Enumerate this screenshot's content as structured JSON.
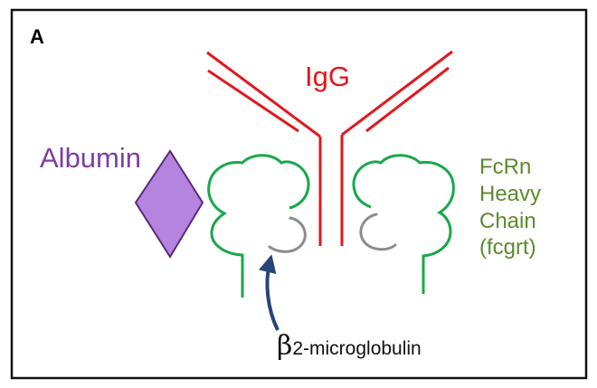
{
  "panel": {
    "letter": "A"
  },
  "igg": {
    "label": "IgG",
    "color": "#e3171e"
  },
  "albumin": {
    "label": "Albumin",
    "fill_color": "#b484de",
    "stroke_color": "#5a2a78",
    "text_color": "#7b3fa6"
  },
  "fcrn": {
    "label_lines": [
      "FcRn",
      "Heavy",
      "Chain",
      "(fcgrt)"
    ],
    "line_color": "#18a84a",
    "text_color": "#5e8a2e"
  },
  "b2m": {
    "greek": "β",
    "label": "2-microglobulin",
    "line_color": "#8c8c8c",
    "arrow_color": "#26457a"
  }
}
